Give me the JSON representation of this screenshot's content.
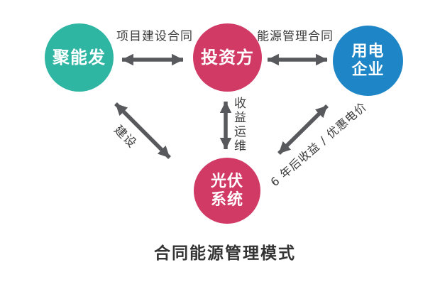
{
  "diagram": {
    "title": "合同能源管理模式",
    "nodes": [
      {
        "id": "junengfa",
        "label": "聚能发",
        "color": "#2eb6a3"
      },
      {
        "id": "investor",
        "label": "投资方",
        "color": "#d23a66"
      },
      {
        "id": "power-enterprise",
        "label": "用电\n企业",
        "color": "#1e86c7"
      },
      {
        "id": "pv-system",
        "label": "光伏\n系统",
        "color": "#d23a66"
      }
    ],
    "edges": [
      {
        "from": "聚能发",
        "to": "投资方",
        "label": "项目建设合同",
        "direction": "bidirectional"
      },
      {
        "from": "投资方",
        "to": "用电企业",
        "label": "能源管理合同",
        "direction": "bidirectional"
      },
      {
        "from": "投资方",
        "to": "光伏系统",
        "label": "收益运维",
        "direction": "bidirectional"
      },
      {
        "from": "聚能发",
        "to": "光伏系统",
        "label": "建设",
        "direction": "bidirectional"
      },
      {
        "from": "用电企业",
        "to": "光伏系统",
        "label": "6 年后收益 / 优惠电价",
        "direction": "bidirectional"
      }
    ],
    "colors": {
      "teal": "#2eb6a3",
      "pink": "#d23a66",
      "blue": "#1e86c7",
      "arrow": "#57595c",
      "edge_label_text": "#3b3b3b",
      "title_text": "#333333",
      "node_text": "#ffffff",
      "background": "#ffffff"
    }
  }
}
